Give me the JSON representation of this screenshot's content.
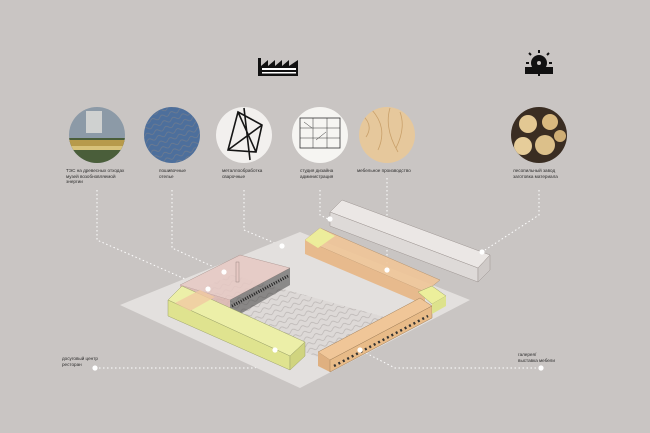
{
  "icons": {
    "factory": "factory-icon",
    "sawmill": "sawmill-saw-icon"
  },
  "labels": {
    "tps": "ТЭС на древесных отходах\nмузей возобновляемой\nэнергии",
    "sewing": "пошивочные\nотелье",
    "metal": "металлообработка\nсварочные",
    "studio": "студия дизайна\nадминистрация",
    "furniture": "мебельное производство",
    "sawmill": "лесопильный завод\nзаготовка материала",
    "leisure": "досуговый центр\nресторан",
    "gallery": "галерея/\nвыставка мебели"
  },
  "colors": {
    "background": "#c9c5c3",
    "accent_yellow": "#e9eb9f",
    "accent_orange": "#f0c698",
    "accent_pink": "#e7c9c4",
    "leader": "#ffffff"
  }
}
